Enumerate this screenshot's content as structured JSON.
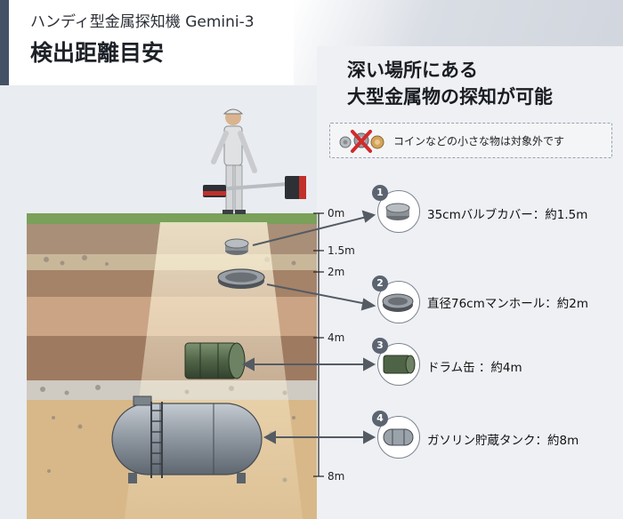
{
  "header": {
    "title": "ハンディ型金属探知機 Gemini-3",
    "subtitle": "検出距離目安"
  },
  "tagline": {
    "line1": "深い場所にある",
    "line2": "大型金属物の探知が可能"
  },
  "note": {
    "text": "コインなどの小さな物は対象外です",
    "icon": "coins-crossed-icon"
  },
  "depth_scale": [
    "0m",
    "1.5m",
    "2m",
    "4m",
    "8m"
  ],
  "callouts": [
    {
      "num": "1",
      "label": "35cmバルブカバー：約1.5m",
      "icon": "valve-cover-icon"
    },
    {
      "num": "2",
      "label": "直径76cmマンホール：約2m",
      "icon": "manhole-icon"
    },
    {
      "num": "3",
      "label": "ドラム缶  ：約4m",
      "icon": "drum-icon"
    },
    {
      "num": "4",
      "label": "ガソリン貯蔵タンク：約8m",
      "icon": "tank-icon"
    }
  ],
  "colors": {
    "header_accent": "#445266",
    "badge": "#5b6470",
    "grass": "#7aa05a",
    "soil": "#b8987a"
  }
}
